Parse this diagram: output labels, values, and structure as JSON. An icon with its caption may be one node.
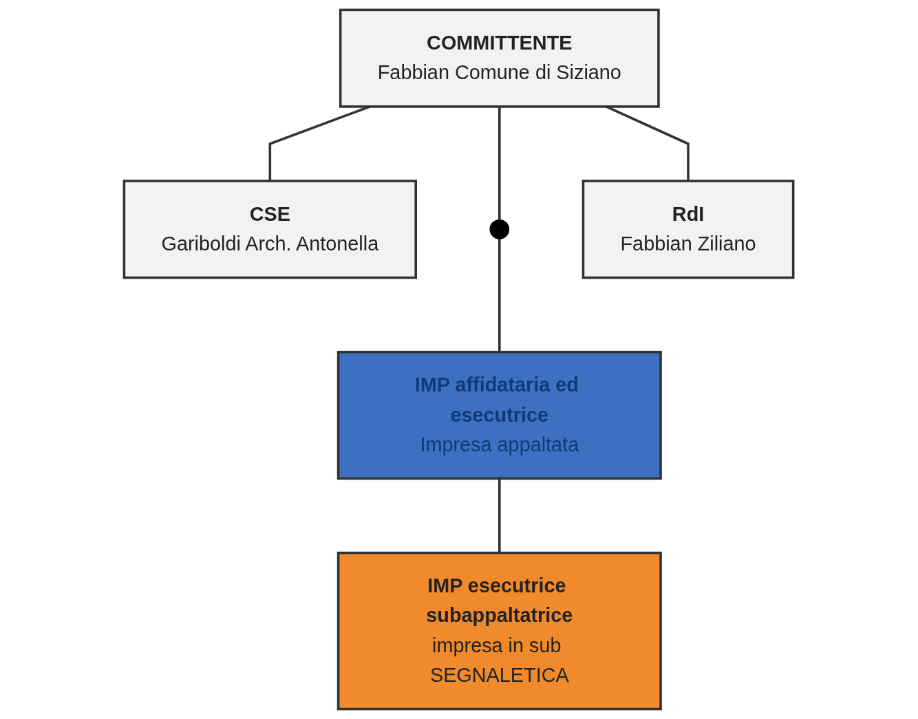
{
  "diagram": {
    "nodes": [
      {
        "text": [
          "COMMITTENTE",
          "Fabbian Comune di Siziano"
        ]
      },
      {
        "text": [
          "CSE",
          "Gariboldi Arch. Antonella"
        ]
      },
      {
        "text": [],
        "shape": "circle"
      },
      {
        "text": [
          "RdI",
          "Fabbian Ziliano"
        ]
      },
      {
        "text": [
          "IMP affidataria ed esecutrice",
          "Impresa appaltata"
        ]
      },
      {
        "text": [
          "IMP esecutrice subappaltatrice",
          "impresa in sub SEGNALETICA"
        ]
      }
    ],
    "edges": [
      {
        "from": 0,
        "to": 1,
        "arrow": "none"
      },
      {
        "from": 0,
        "to": 2,
        "arrow": "none"
      },
      {
        "from": 0,
        "to": 3,
        "arrow": "none"
      },
      {
        "from": 2,
        "to": 4,
        "arrow": "none"
      },
      {
        "from": 4,
        "to": 5,
        "arrow": "none"
      }
    ]
  }
}
